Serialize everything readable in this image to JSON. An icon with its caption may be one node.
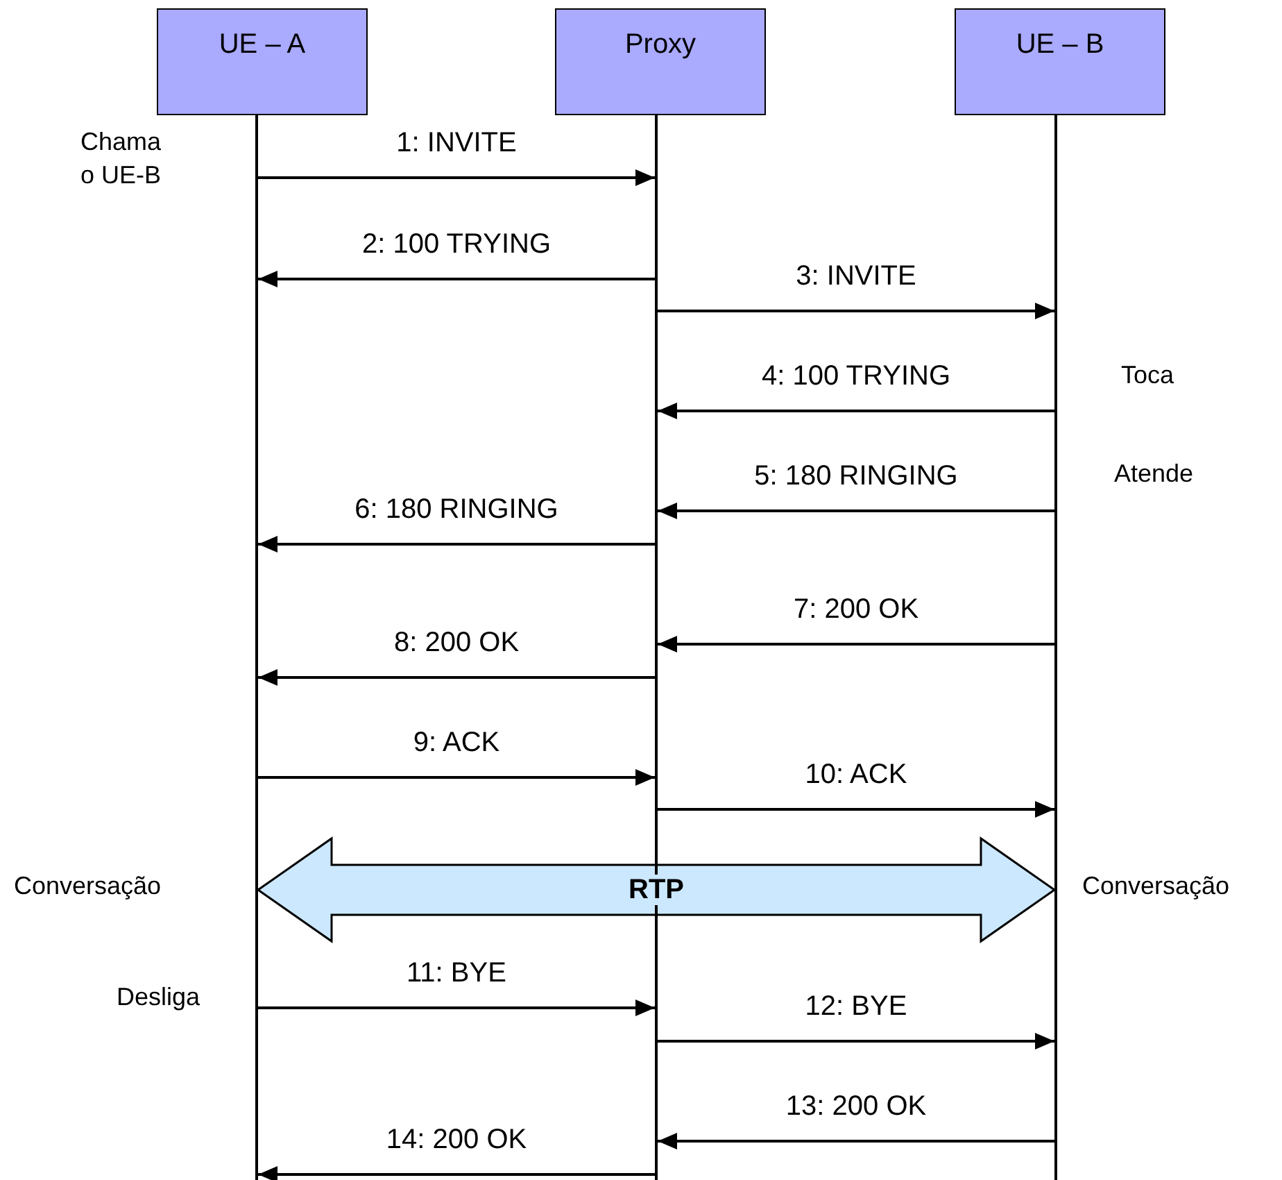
{
  "diagram": {
    "nodes": [
      {
        "text": [
          "UE – A"
        ]
      },
      {
        "text": [
          "Proxy"
        ]
      },
      {
        "text": [
          "UE – B"
        ]
      },
      {
        "text": [],
        "shape": "bar"
      },
      {
        "text": [],
        "shape": "bar"
      },
      {
        "text": [],
        "shape": "bar"
      }
    ],
    "edges": [
      {
        "from": 3,
        "to": 4,
        "arrow": "to",
        "label": "1: INVITE"
      },
      {
        "from": 4,
        "to": 3,
        "arrow": "to",
        "label": "2: 100 TRYING"
      },
      {
        "from": 4,
        "to": 5,
        "arrow": "to",
        "label": "3: INVITE"
      },
      {
        "from": 5,
        "to": 4,
        "arrow": "to",
        "label": "4: 100 TRYING"
      },
      {
        "from": 5,
        "to": 4,
        "arrow": "to",
        "label": "5: 180 RINGING"
      },
      {
        "from": 4,
        "to": 3,
        "arrow": "to",
        "label": "6: 180 RINGING"
      },
      {
        "from": 5,
        "to": 4,
        "arrow": "to",
        "label": "7: 200 OK"
      },
      {
        "from": 4,
        "to": 3,
        "arrow": "to",
        "label": "8: 200 OK"
      },
      {
        "from": 3,
        "to": 4,
        "arrow": "to",
        "label": "9: ACK"
      },
      {
        "from": 4,
        "to": 5,
        "arrow": "to",
        "label": "10: ACK"
      },
      {
        "from": 3,
        "to": 5,
        "arrow": "both",
        "label": "RTP",
        "style": "thick",
        "color": "#cce8ff"
      },
      {
        "from": 3,
        "to": 4,
        "arrow": "to",
        "label": "11: BYE"
      },
      {
        "from": 4,
        "to": 5,
        "arrow": "to",
        "label": "12: BYE"
      },
      {
        "from": 5,
        "to": 4,
        "arrow": "to",
        "label": "13: 200 OK"
      },
      {
        "from": 4,
        "to": 3,
        "arrow": "to",
        "label": "14: 200 OK"
      }
    ],
    "labels": [
      "Chama o UE-B",
      "Toca",
      "Atende",
      "Conversação",
      "Conversação",
      "Desliga"
    ]
  }
}
